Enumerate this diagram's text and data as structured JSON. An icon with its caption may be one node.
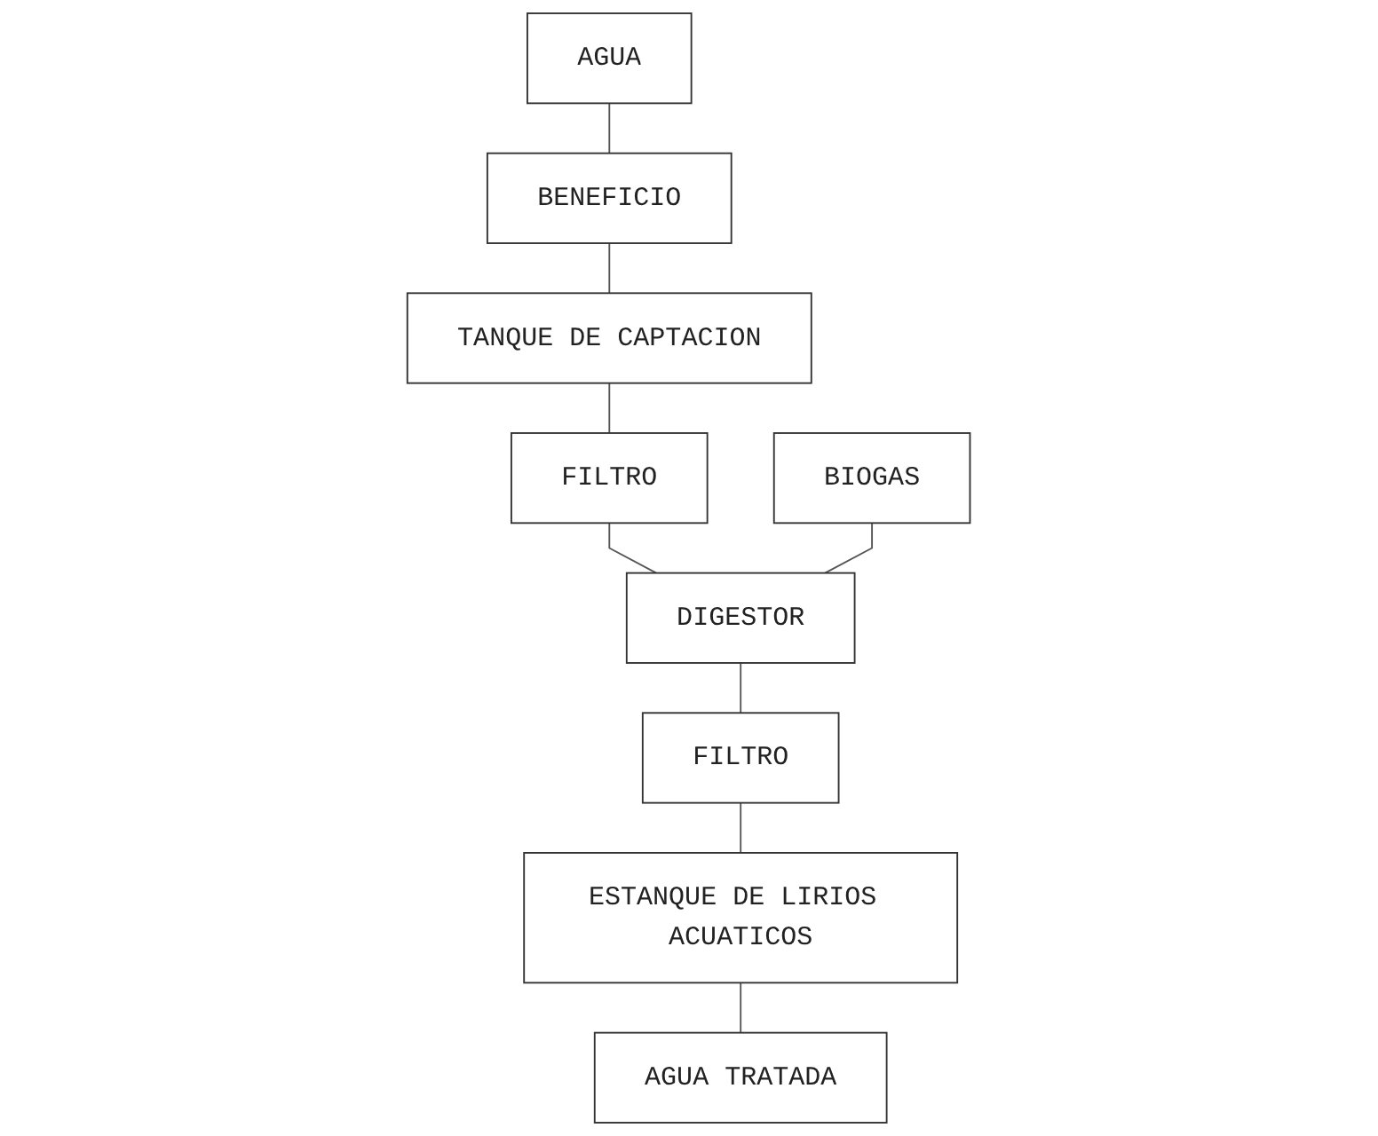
{
  "diagram": {
    "nodes": [
      {
        "text": [
          "AGUA"
        ]
      },
      {
        "text": [
          "BENEFICIO"
        ]
      },
      {
        "text": [
          "TANQUE DE CAPTACION"
        ]
      },
      {
        "text": [
          "FILTRO"
        ]
      },
      {
        "text": [
          "BIOGAS"
        ]
      },
      {
        "text": [
          "DIGESTOR"
        ]
      },
      {
        "text": [
          "FILTRO"
        ]
      },
      {
        "text": [
          "ESTANQUE DE LIRIOS ACUATICOS"
        ]
      },
      {
        "text": [
          "AGUA TRATADA"
        ]
      }
    ],
    "edges": [
      {
        "from": 0,
        "to": 1,
        "arrow": "none"
      },
      {
        "from": 1,
        "to": 2,
        "arrow": "none"
      },
      {
        "from": 2,
        "to": 3,
        "arrow": "none"
      },
      {
        "from": 3,
        "to": 5,
        "arrow": "none"
      },
      {
        "from": 4,
        "to": 5,
        "arrow": "none"
      },
      {
        "from": 5,
        "to": 6,
        "arrow": "none"
      },
      {
        "from": 6,
        "to": 7,
        "arrow": "none"
      },
      {
        "from": 7,
        "to": 8,
        "arrow": "none"
      }
    ]
  }
}
